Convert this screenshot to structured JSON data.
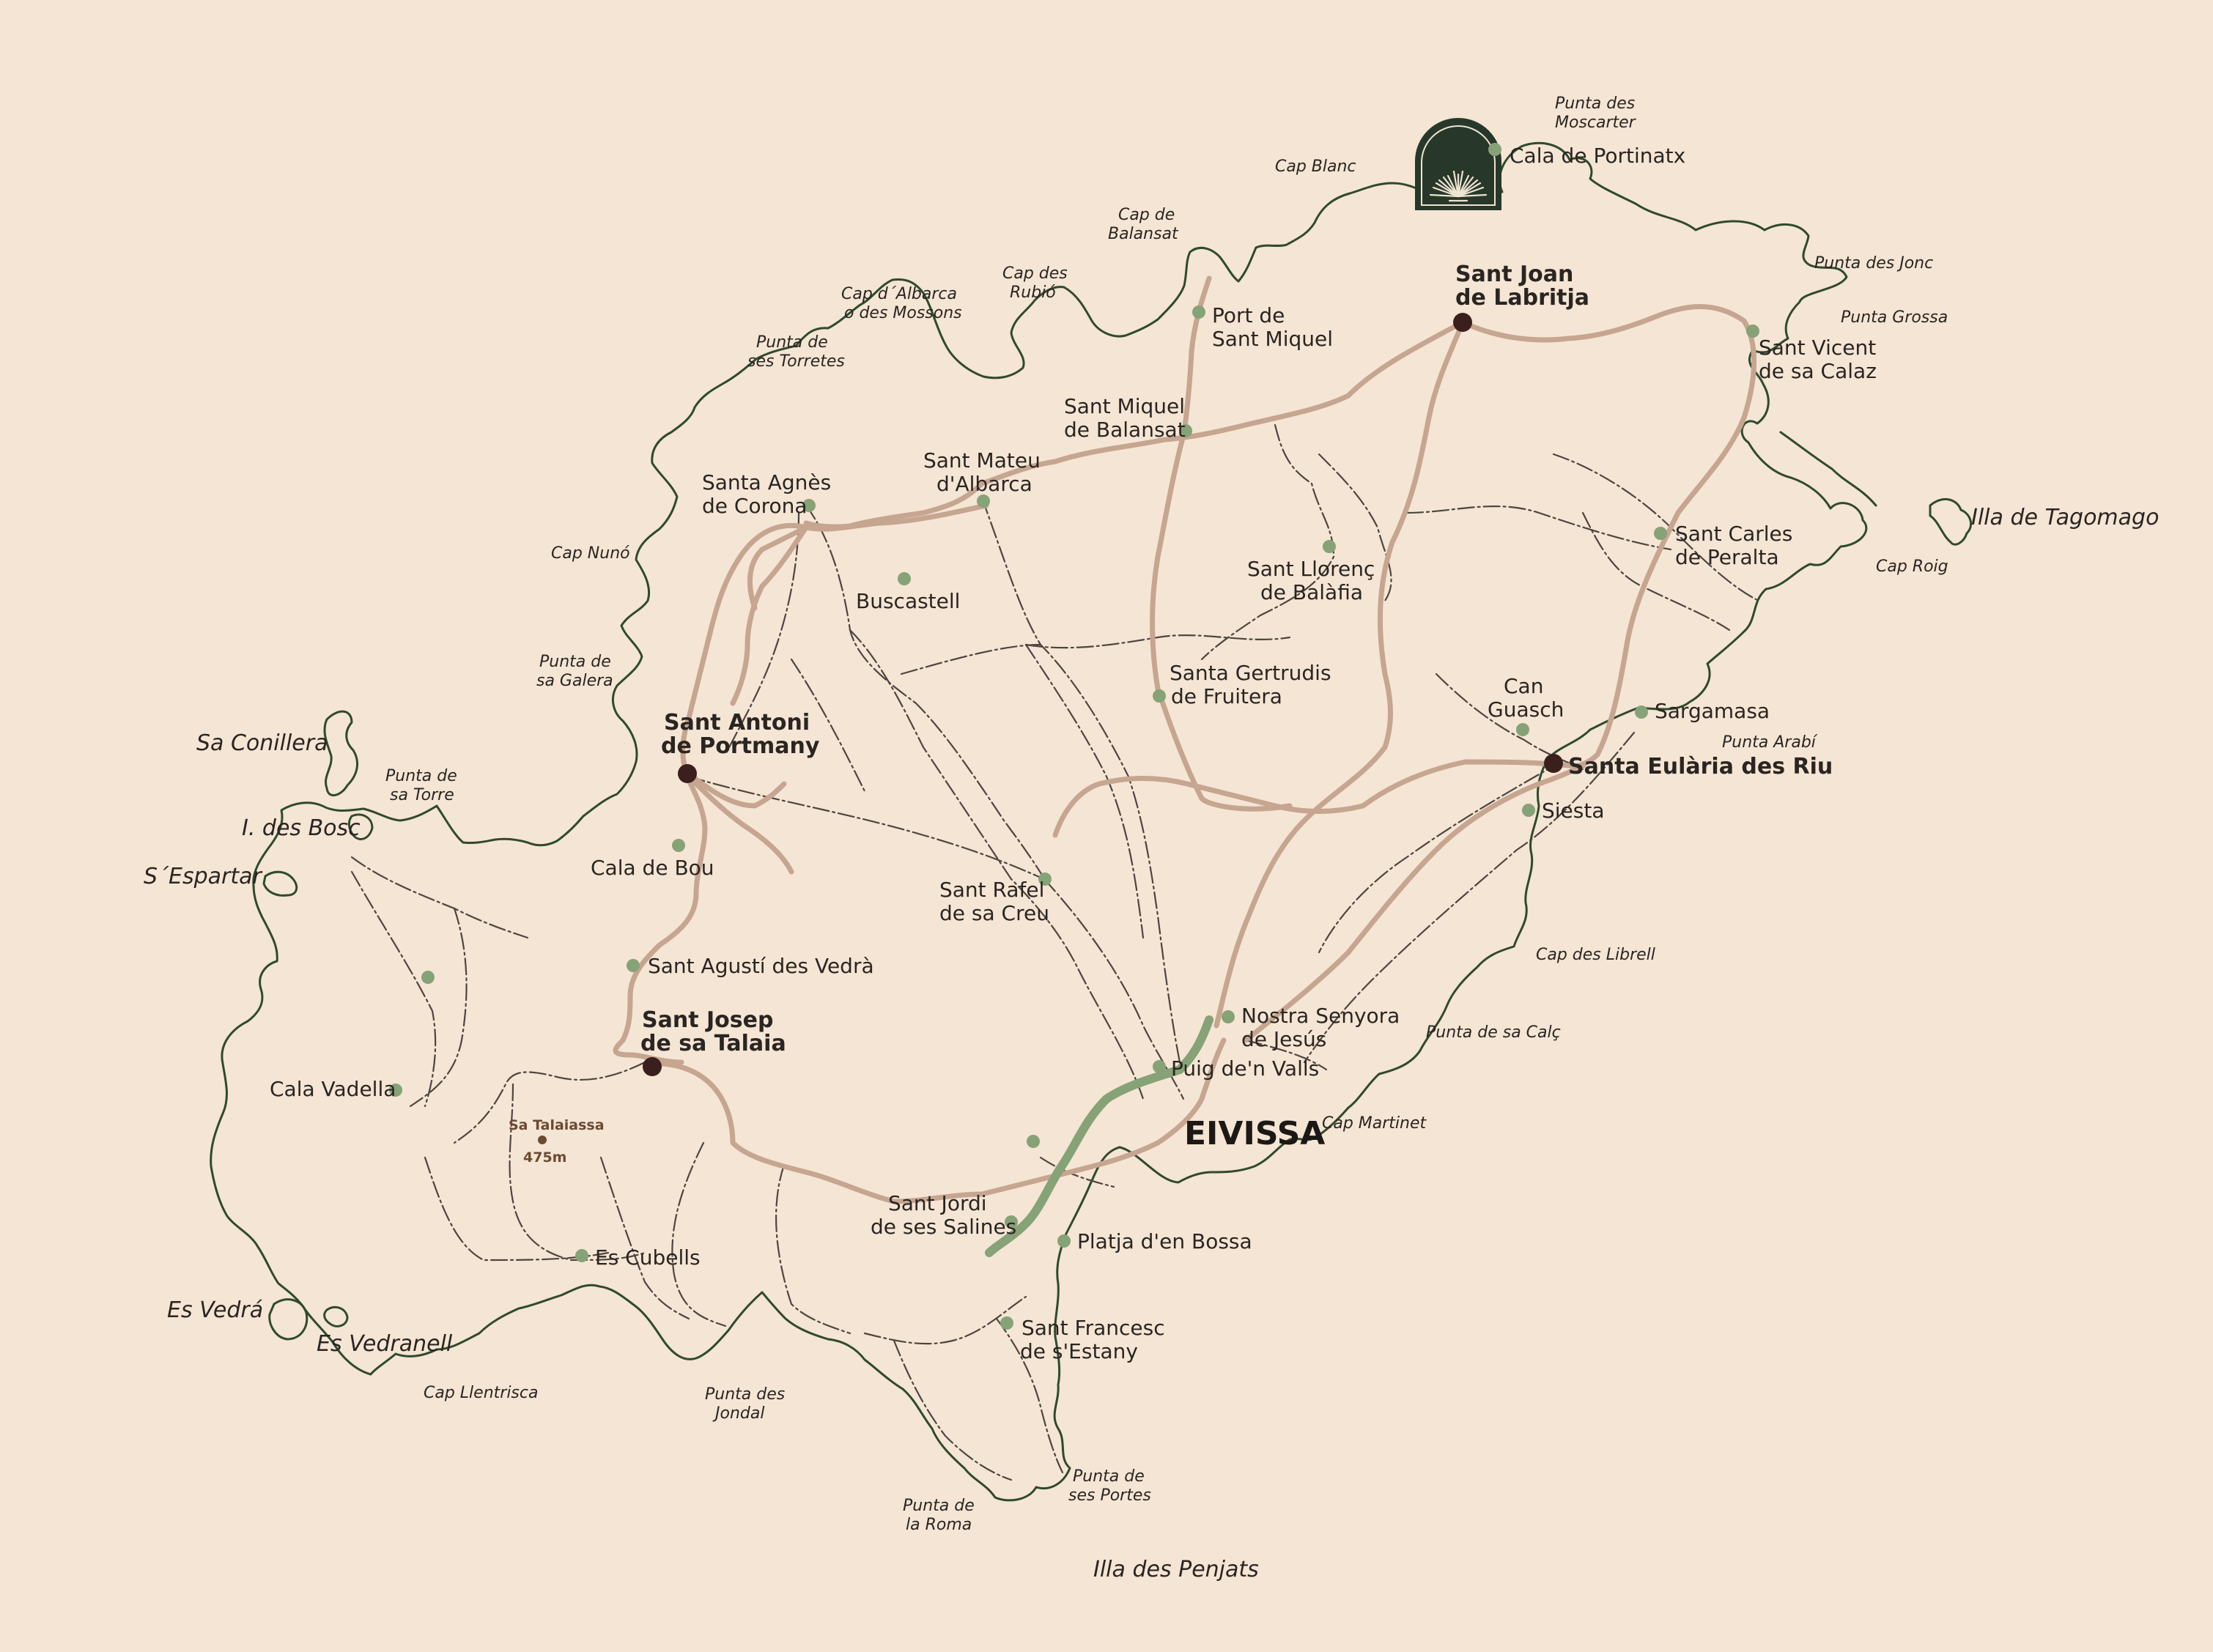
{
  "colors": {
    "background": "#f5e5d4",
    "coastline": "#2f4a2c",
    "main_road": "#c6a591",
    "secondary_road": "#4e4540",
    "village_marker": "#86a277",
    "main_town_marker": "#3a1f1c",
    "logo_badge": "#27382a"
  },
  "logo": {
    "icon": "fan-palm-icon"
  },
  "capital": {
    "name": "EIVISSA"
  },
  "main_towns": [
    {
      "name": [
        "Sant Joan",
        "de Labritja"
      ]
    },
    {
      "name": [
        "Sant Antoni",
        "de Portmany"
      ]
    },
    {
      "name": [
        "Santa Eulària des Riu"
      ]
    },
    {
      "name": [
        "Sant Josep",
        "de sa Talaia"
      ]
    }
  ],
  "villages": [
    {
      "name": [
        "Cala de Portinatx"
      ]
    },
    {
      "name": [
        "Port de",
        "Sant Miquel"
      ]
    },
    {
      "name": [
        "Sant Miquel",
        "de Balansat"
      ]
    },
    {
      "name": [
        "Sant Mateu",
        "d'Albarca"
      ]
    },
    {
      "name": [
        "Santa Agnès",
        "de Corona"
      ]
    },
    {
      "name": [
        "Buscastell"
      ]
    },
    {
      "name": [
        "Sant Llorenç",
        "de Balàfia"
      ]
    },
    {
      "name": [
        "Santa Gertrudis",
        "de Fruitera"
      ]
    },
    {
      "name": [
        "Sant Vicent",
        "de sa Calaz"
      ]
    },
    {
      "name": [
        "Sant Carles",
        "de Peralta"
      ]
    },
    {
      "name": [
        "Can",
        "Guasch"
      ]
    },
    {
      "name": [
        "Sargamasa"
      ]
    },
    {
      "name": [
        "Siesta"
      ]
    },
    {
      "name": [
        "Cala de Bou"
      ]
    },
    {
      "name": [
        "Sant Rafel",
        "de sa Creu"
      ]
    },
    {
      "name": [
        "Sant Agustí des Vedrà"
      ]
    },
    {
      "name": [
        "Nostra Senyora",
        "de Jesús"
      ]
    },
    {
      "name": [
        "Puig de'n Valls"
      ]
    },
    {
      "name": [
        "Cala Vadella"
      ]
    },
    {
      "name": [
        "Es Cubells"
      ]
    },
    {
      "name": [
        "Sant Jordi",
        "de ses Salines"
      ]
    },
    {
      "name": [
        "Platja d'en Bossa"
      ]
    },
    {
      "name": [
        "Sant Francesc",
        "de s'Estany"
      ]
    }
  ],
  "unlabeled_markers": 2,
  "peak": {
    "name": "Sa Talaiassa",
    "elevation": "475m"
  },
  "coastal_features": [
    {
      "name": [
        "Punta des",
        "Moscarter"
      ]
    },
    {
      "name": [
        "Cap Blanc"
      ]
    },
    {
      "name": [
        "Cap de",
        "Balansat"
      ]
    },
    {
      "name": [
        "Cap des",
        "Rubió"
      ]
    },
    {
      "name": [
        "Cap d´Albarca",
        "o des Mossons"
      ]
    },
    {
      "name": [
        "Punta de",
        "ses Torretes"
      ]
    },
    {
      "name": [
        "Cap Nunó"
      ]
    },
    {
      "name": [
        "Punta de",
        "sa Galera"
      ]
    },
    {
      "name": [
        "Punta de",
        "sa Torre"
      ]
    },
    {
      "name": [
        "Punta des Jonc"
      ]
    },
    {
      "name": [
        "Punta Grossa"
      ]
    },
    {
      "name": [
        "Cap Roig"
      ]
    },
    {
      "name": [
        "Punta Arabí"
      ]
    },
    {
      "name": [
        "Cap des Librell"
      ]
    },
    {
      "name": [
        "Punta de sa Calç"
      ]
    },
    {
      "name": [
        "Cap Martinet"
      ]
    },
    {
      "name": [
        "Cap Llentrisca"
      ]
    },
    {
      "name": [
        "Punta des",
        "Jondal"
      ]
    },
    {
      "name": [
        "Punta de",
        "ses Portes"
      ]
    },
    {
      "name": [
        "Punta de",
        "la Roma"
      ]
    }
  ],
  "islands": [
    {
      "name": "Illa de Tagomago"
    },
    {
      "name": "Sa Conillera"
    },
    {
      "name": "I. des Bosc"
    },
    {
      "name": "S´Espartar"
    },
    {
      "name": "Es Vedrá"
    },
    {
      "name": "Es Vedranell"
    },
    {
      "name": "Illa des Penjats"
    }
  ]
}
